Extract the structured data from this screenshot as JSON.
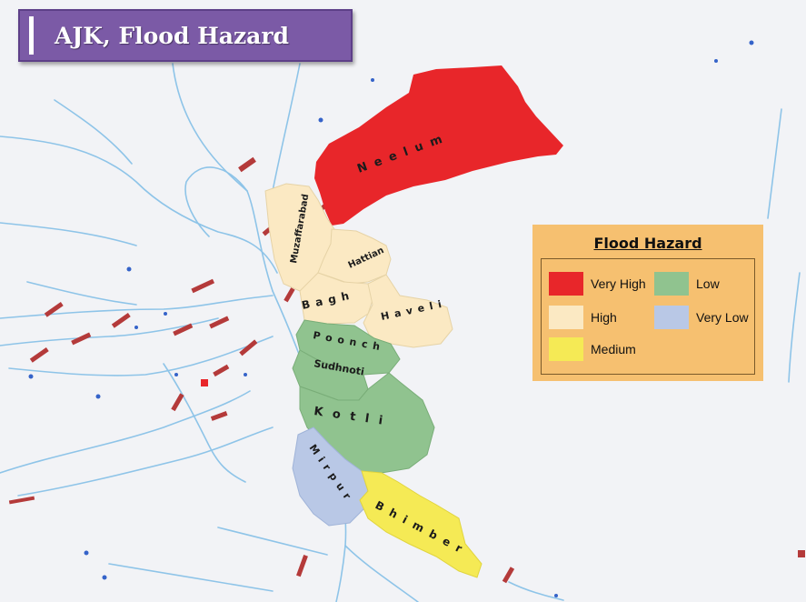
{
  "title": "AJK, Flood Hazard",
  "legend": {
    "title": "Flood Hazard",
    "items": [
      {
        "label": "Very High",
        "color": "#e8262a"
      },
      {
        "label": "Low",
        "color": "#90c38f"
      },
      {
        "label": "High",
        "color": "#fbe9c3"
      },
      {
        "label": "Very Low",
        "color": "#b9c8e6"
      },
      {
        "label": "Medium",
        "color": "#f5ea55"
      }
    ]
  },
  "districts": {
    "neelum": "N e e l u m",
    "muzaffarabad": "Muzaffarabad",
    "hattian": "Hattian",
    "bagh": "B a g h",
    "haveli": "H a v e l i",
    "poonch": "P o o n c h",
    "sudhnoti": "Sudhnoti",
    "kotli": "K o t l i",
    "mirpur": "M i r p u r",
    "bhimber": "B h i m b e r"
  },
  "colors": {
    "very_high": "#e8262a",
    "high": "#fbe9c3",
    "medium": "#f5ea55",
    "low": "#90c38f",
    "very_low": "#b9c8e6",
    "river": "#8ec4e8",
    "title_bg": "#7b5aa6",
    "legend_bg": "#f6c070"
  }
}
